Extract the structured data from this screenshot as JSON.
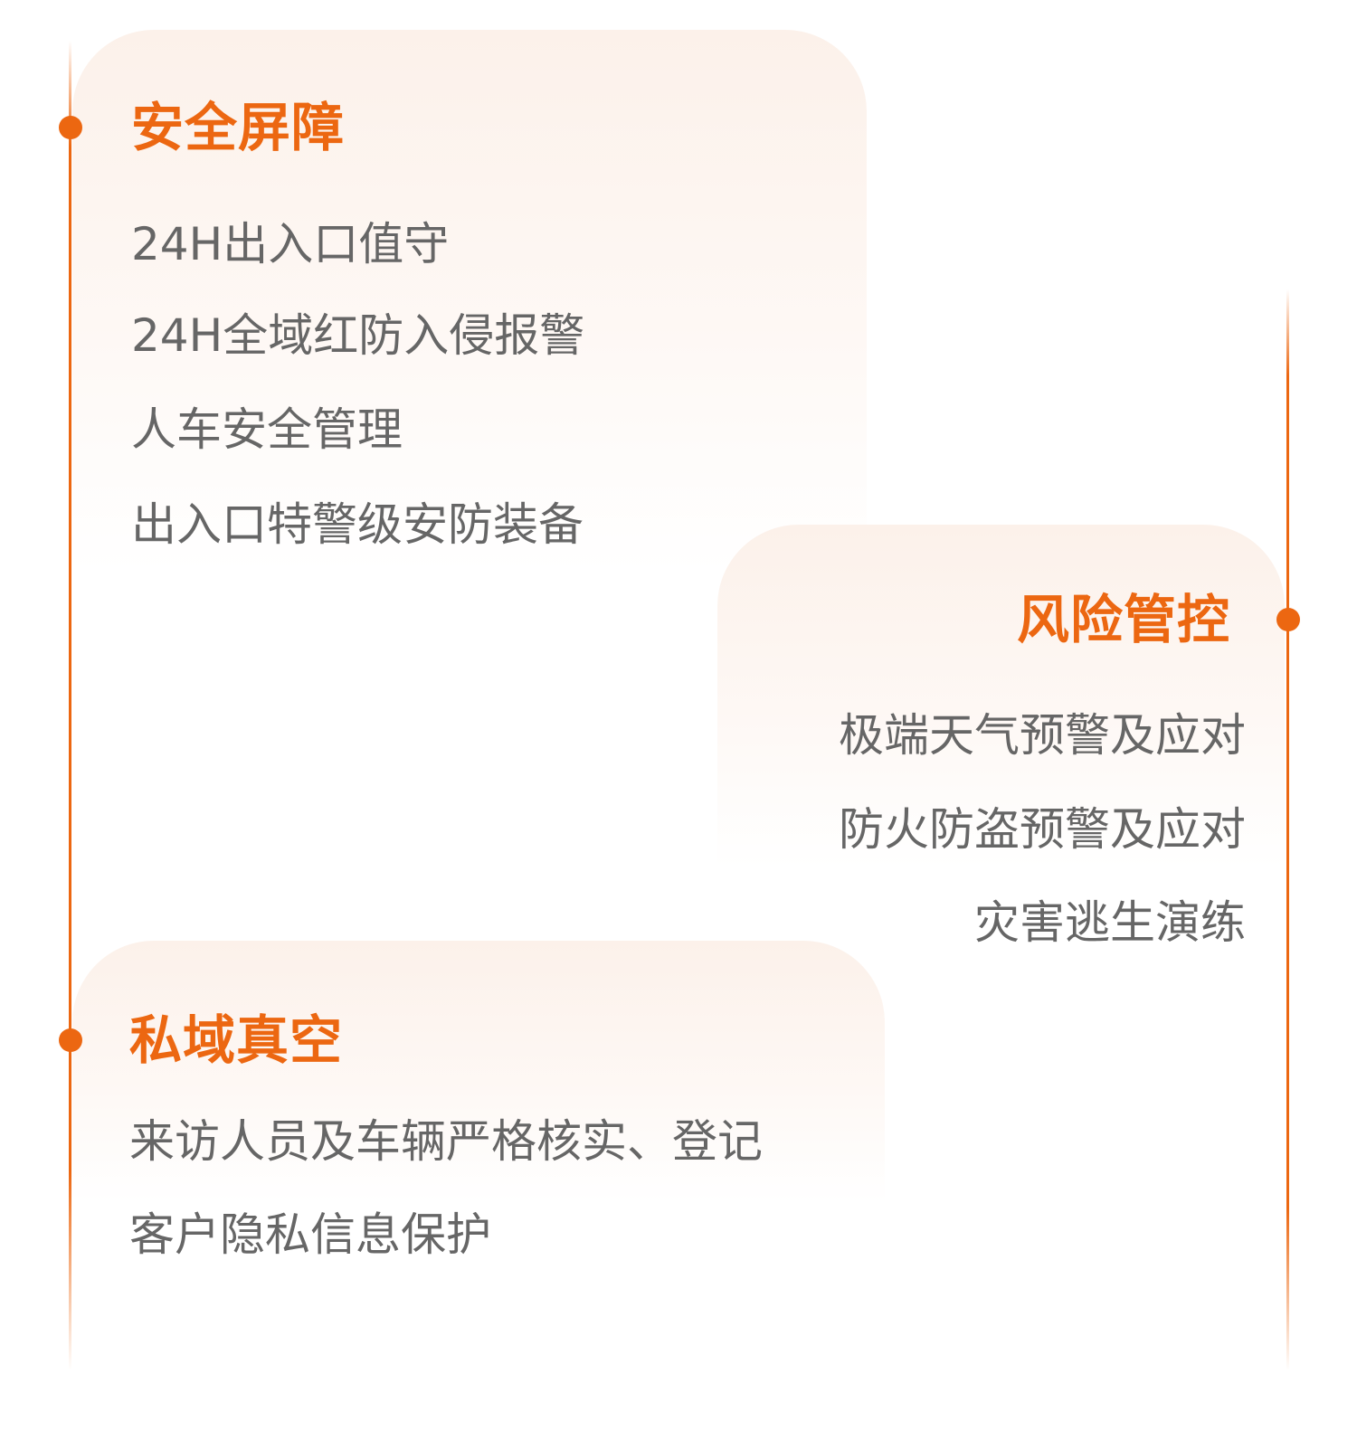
{
  "sections": [
    {
      "title": "安全屏障",
      "items": [
        "24H出入口值守",
        "24H全域红防入侵报警",
        "人车安全管理",
        "出入口特警级安防装备"
      ]
    },
    {
      "title": "风险管控",
      "items": [
        "极端天气预警及应对",
        "防火防盗预警及应对",
        "灾害逃生演练"
      ]
    },
    {
      "title": "私域真空",
      "items": [
        "来访人员及车辆严格核实、登记",
        "客户隐私信息保护"
      ]
    }
  ],
  "colors": {
    "accent": "#ec6711",
    "text": "#666666"
  }
}
